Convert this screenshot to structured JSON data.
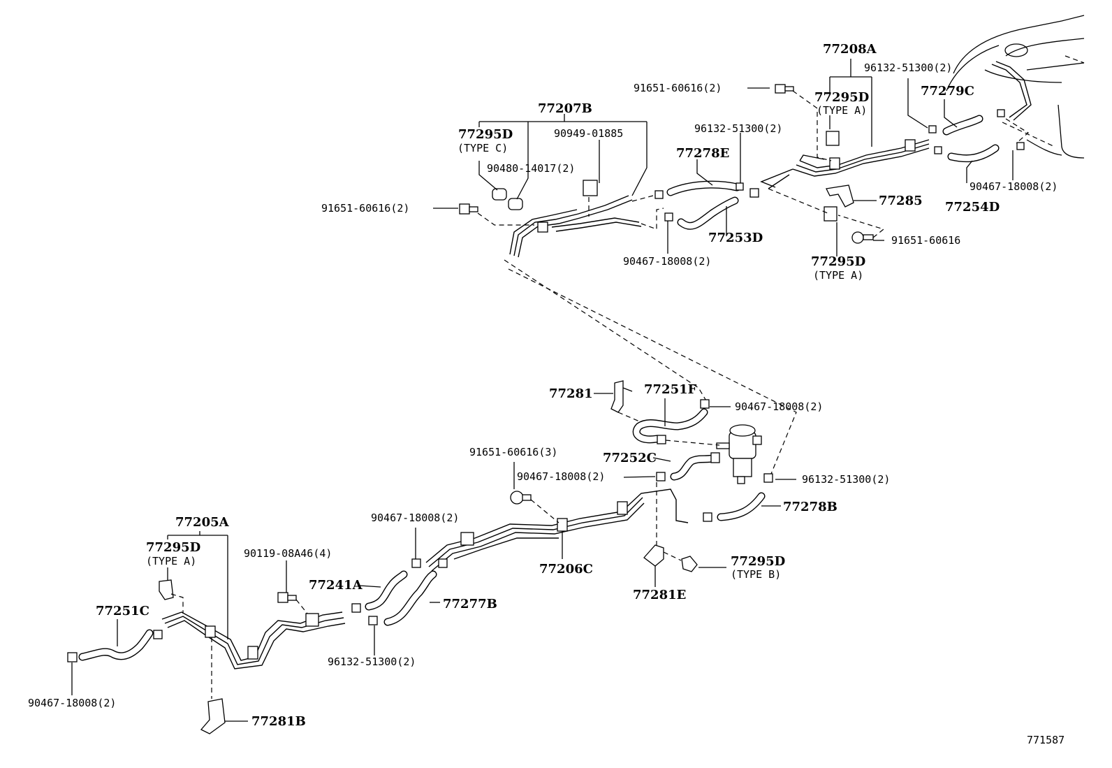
{
  "labels": {
    "l77208A": "77208A",
    "l96132_a": "96132-51300(2)",
    "l91651_a": "91651-60616(2)",
    "l77295D_a": "77295D",
    "lTypeA_a": "(TYPE A)",
    "l77279C": "77279C",
    "l77207B": "77207B",
    "l77295D_c": "77295D",
    "lTypeC": "(TYPE C)",
    "l90949": "90949-01885",
    "l96132_b": "96132-51300(2)",
    "l90480": "90480-14017(2)",
    "l77278E": "77278E",
    "l91651_b": "91651-60616(2)",
    "l90467_a": "90467-18008(2)",
    "l77254D": "77254D",
    "l77285": "77285",
    "l77253D": "77253D",
    "l91651_c": "91651-60616",
    "l90467_b": "90467-18008(2)",
    "l77295D_b": "77295D",
    "lTypeA_b": "(TYPE A)",
    "l77281": "77281",
    "l77251F": "77251F",
    "l90467_c": "90467-18008(2)",
    "l91651_d": "91651-60616(3)",
    "l77252C": "77252C",
    "l90467_d": "90467-18008(2)",
    "l96132_c": "96132-51300(2)",
    "l77278B": "77278B",
    "l90467_e": "90467-18008(2)",
    "l77205A": "77205A",
    "l77295D_d": "77295D",
    "lTypeA_c": "(TYPE A)",
    "l90119": "90119-08A46(4)",
    "l77241A": "77241A",
    "l77206C": "77206C",
    "l77295D_e": "77295D",
    "lTypeB": "(TYPE B)",
    "l77281E": "77281E",
    "l77277B": "77277B",
    "l77251C": "77251C",
    "l96132_d": "96132-51300(2)",
    "l90467_f": "90467-18008(2)",
    "l77281B": "77281B",
    "lRef": "771587"
  }
}
